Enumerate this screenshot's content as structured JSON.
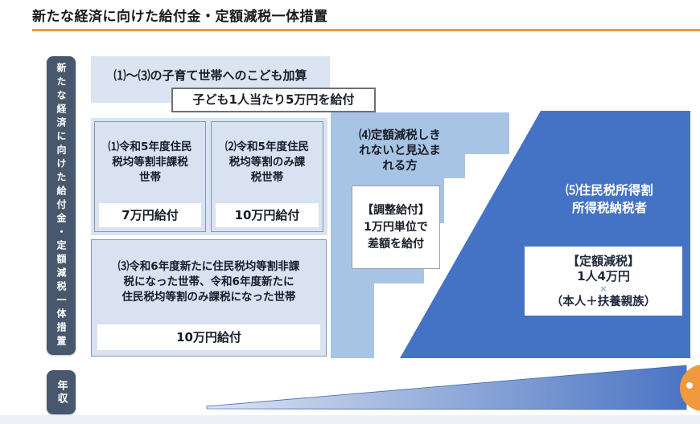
{
  "title": "新たな経済に向けた給付金・定額減税一体措置",
  "sidebar": {
    "label": "新たな経済に向けた給付金・定額減税一体措置"
  },
  "income_axis": {
    "label": "年収"
  },
  "child_banner": {
    "text": "⑴〜⑶の子育て世帯へのこども加算",
    "callout": "子ども1人当たり5万円を給付"
  },
  "groups": [
    {
      "id": "1",
      "label": "⑴令和5年度住民\n税均等割非課税\n世帯",
      "benefit": "7万円給付"
    },
    {
      "id": "2",
      "label": "⑵令和5年度住民\n税均等割のみ課\n税世帯",
      "benefit": "10万円給付"
    },
    {
      "id": "3",
      "label": "⑶令和6年度新たに住民税均等割非課\n税になった世帯、令和6年度新たに\n住民税均等割のみ課税になった世帯",
      "benefit": "10万円給付"
    },
    {
      "id": "4",
      "label": "⑷定額減税しき\nれないと見込ま\nれる方",
      "benefit": "【調整給付】\n1万円単位で\n差額を給付"
    },
    {
      "id": "5",
      "label": "⑸住民税所得割\n所得税納税者"
    }
  ],
  "teigaku_box": {
    "heading": "【定額減税】",
    "line1": "1人4万円",
    "times": "×",
    "line2": "（本人＋扶養親族）"
  },
  "colors": {
    "accent_orange": "#e9a23b",
    "sidebar_dark": "#47586e",
    "panel_light": "#dbe5f1",
    "box_fill": "#d8e2f0",
    "box_border": "#8494b8",
    "step_blue": "#a7c4e4",
    "triangle_blue": "#4472c4",
    "wedge_start": "#dde4f0",
    "wedge_end": "#4a74c4",
    "circle_orange": "#f0993f"
  }
}
